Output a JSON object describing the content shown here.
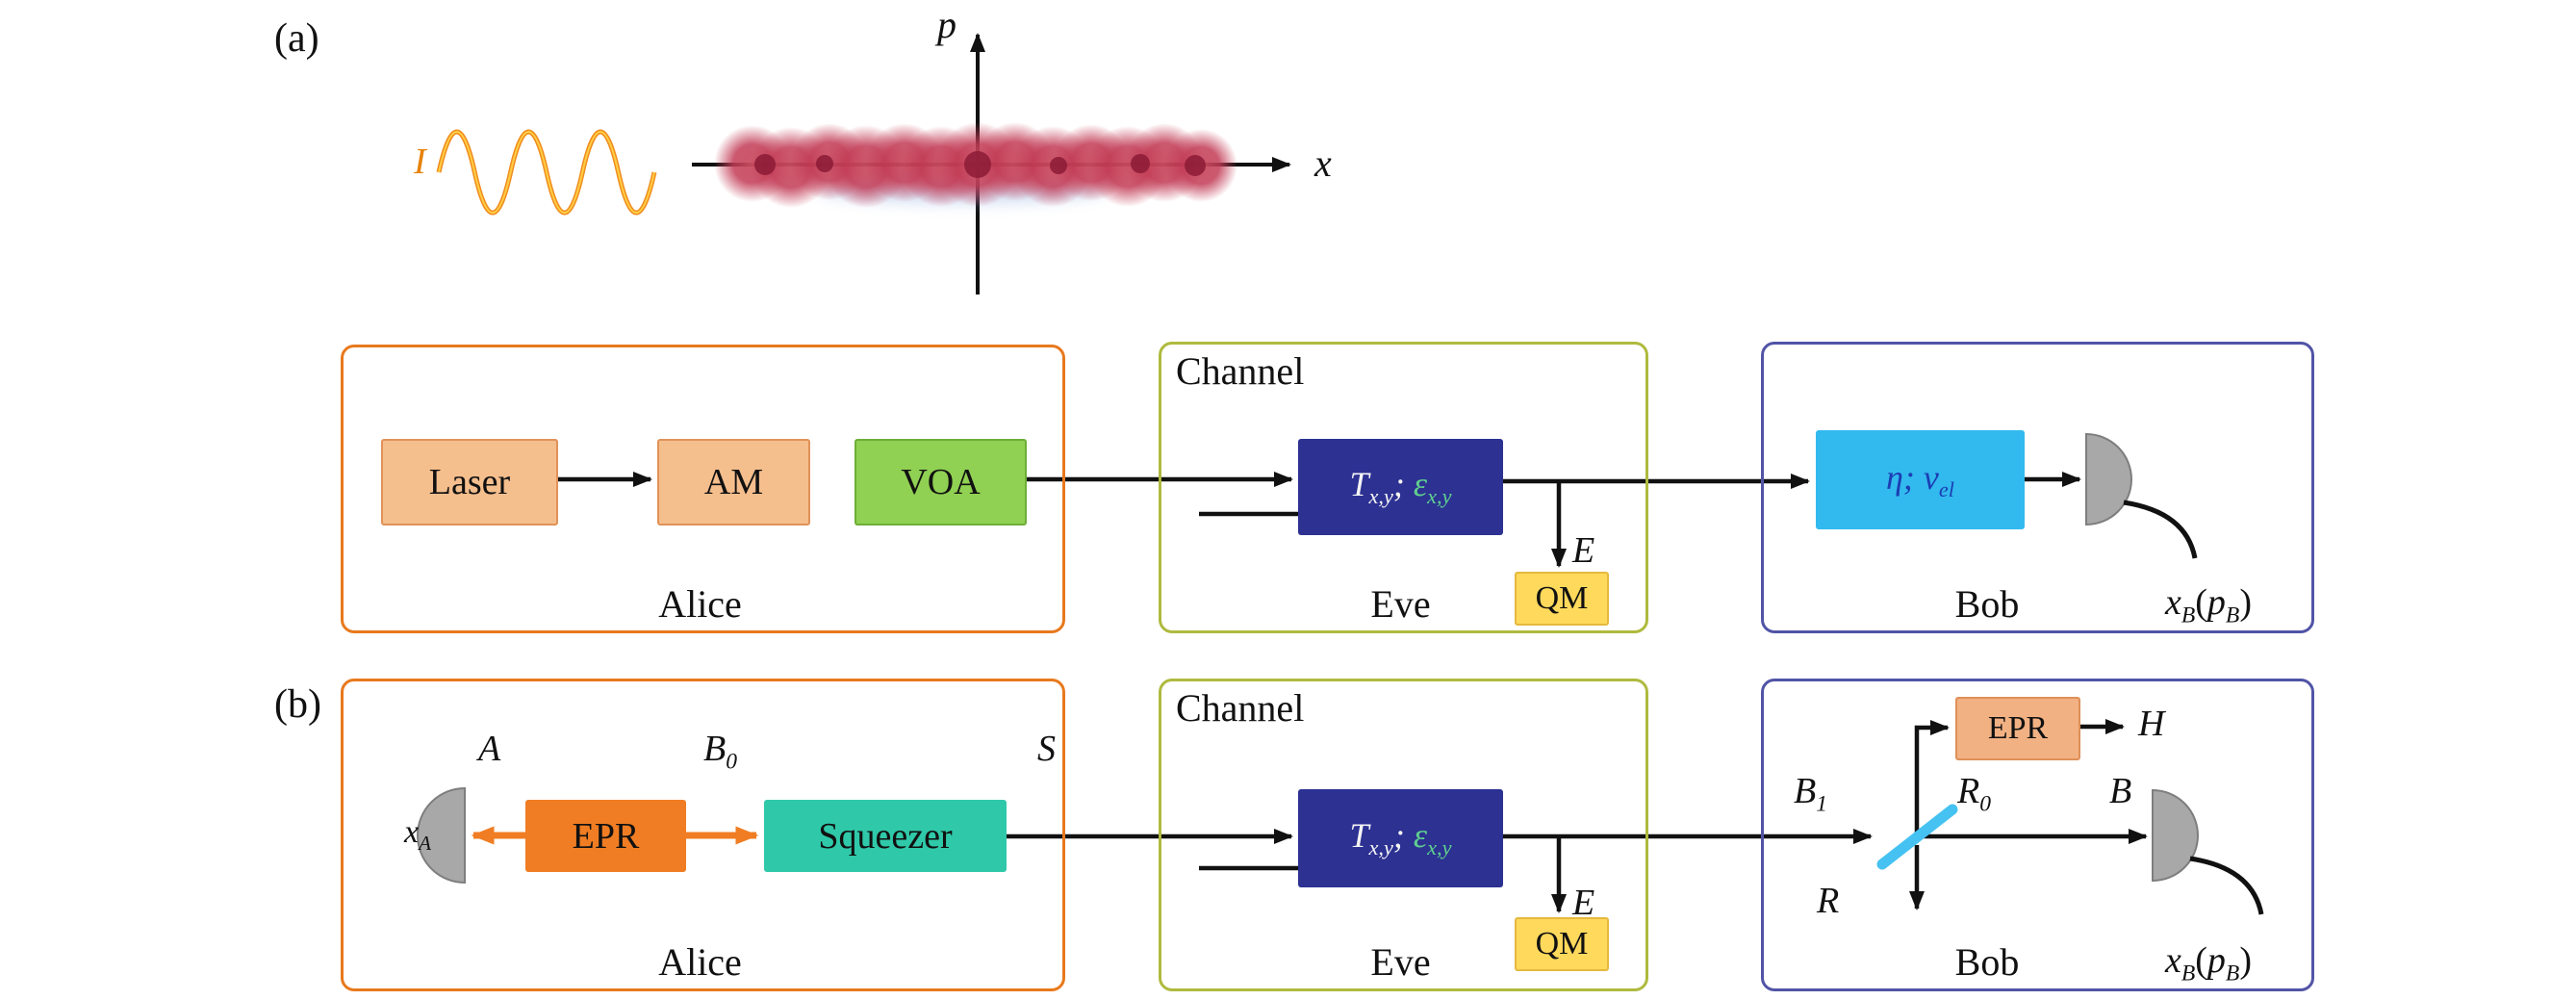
{
  "colors": {
    "alice_border": "#E8791D",
    "channel_border": "#AFBA3E",
    "bob_border": "#5154A6",
    "laser_am_fill": "#F5BE8D",
    "voa_fill": "#90D052",
    "transmittance_fill": "#2C3192",
    "qm_fill": "#FFD95C",
    "detector_fill": "#A8A8A8",
    "eta_fill": "#32BAEE",
    "epr_fill": "#F07D23",
    "epr_soft_fill": "#F2B183",
    "squeezer_fill": "#2FC9A9",
    "beamsplitter": "#45C2F1",
    "ensemble_red": "#C23B55",
    "waveform_orange": "#F08C1E"
  },
  "panel_a": {
    "label": "(a)",
    "illustration": {
      "p_axis_label": "p",
      "x_axis_label": "x",
      "intensity_label": "I"
    },
    "alice": {
      "title": "Alice",
      "laser_label": "Laser",
      "am_label": "AM",
      "voa_label": "VOA"
    },
    "channel": {
      "title": "Channel",
      "eve_label": "Eve",
      "t_main": "T",
      "t_sub": "x,y",
      "separator": "; ",
      "eps_main": "ε",
      "eps_sub": "x,y",
      "e_label": "E",
      "qm_label": "QM"
    },
    "bob": {
      "title": "Bob",
      "eta_main": "η; ",
      "v_main": "v",
      "v_sub": "el",
      "out_x": "x",
      "out_x_sub": "B",
      "out_open": "(",
      "out_p": "p",
      "out_p_sub": "B",
      "out_close": ")"
    }
  },
  "panel_b": {
    "label": "(b)",
    "alice": {
      "title": "Alice",
      "xa_main": "x",
      "xa_sub": "A",
      "a_label": "A",
      "epr_label": "EPR",
      "b0_main": "B",
      "b0_sub": "0",
      "squeezer_label": "Squeezer",
      "s_label": "S"
    },
    "channel": {
      "title": "Channel",
      "eve_label": "Eve",
      "t_main": "T",
      "t_sub": "x,y",
      "separator": "; ",
      "eps_main": "ε",
      "eps_sub": "x,y",
      "e_label": "E",
      "qm_label": "QM"
    },
    "bob": {
      "title": "Bob",
      "b1_main": "B",
      "b1_sub": "1",
      "r0_main": "R",
      "r0_sub": "0",
      "r_label": "R",
      "b_label": "B",
      "epr_label": "EPR",
      "h_label": "H",
      "out_x": "x",
      "out_x_sub": "B",
      "out_open": "(",
      "out_p": "p",
      "out_p_sub": "B",
      "out_close": ")"
    }
  }
}
